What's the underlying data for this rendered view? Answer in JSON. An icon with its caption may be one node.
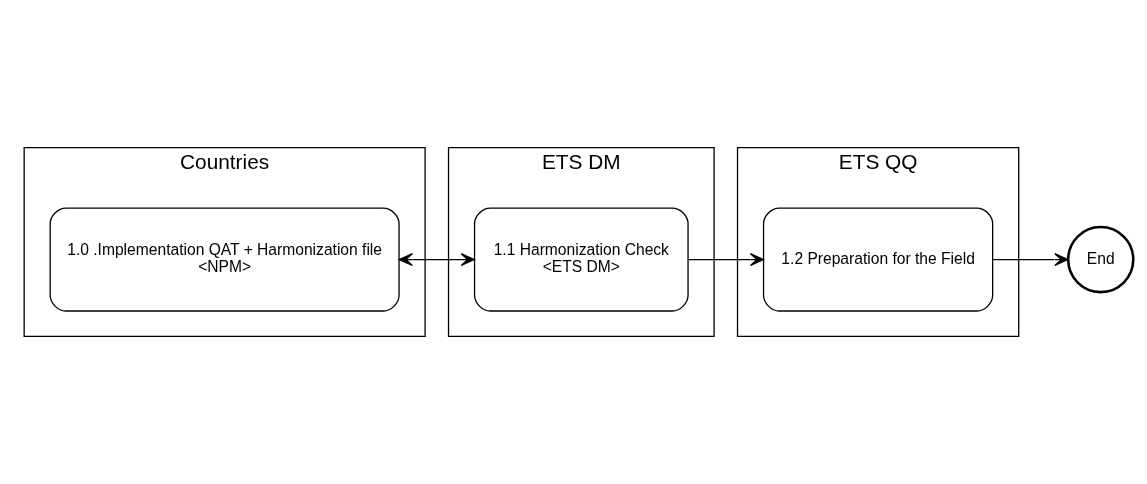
{
  "diagram": {
    "nodes": [
      {
        "text": [
          "Countries"
        ]
      },
      {
        "text": [
          "1.0 .Implementation QAT + Harmonization file",
          "<NPM>"
        ],
        "in": 0
      },
      {
        "text": [
          "ETS DM"
        ]
      },
      {
        "text": [
          "1.1 Harmonization Check",
          "<ETS DM>"
        ],
        "in": 2
      },
      {
        "text": [
          "ETS QQ"
        ]
      },
      {
        "text": [
          "1.2 Preparation for the Field"
        ],
        "in": 4
      },
      {
        "text": [
          "End"
        ]
      }
    ],
    "edges": [
      {
        "from": 1,
        "to": 3,
        "arrow": "both"
      },
      {
        "from": 3,
        "to": 5,
        "arrow": "to"
      },
      {
        "from": 5,
        "to": 6,
        "arrow": "to"
      }
    ]
  }
}
